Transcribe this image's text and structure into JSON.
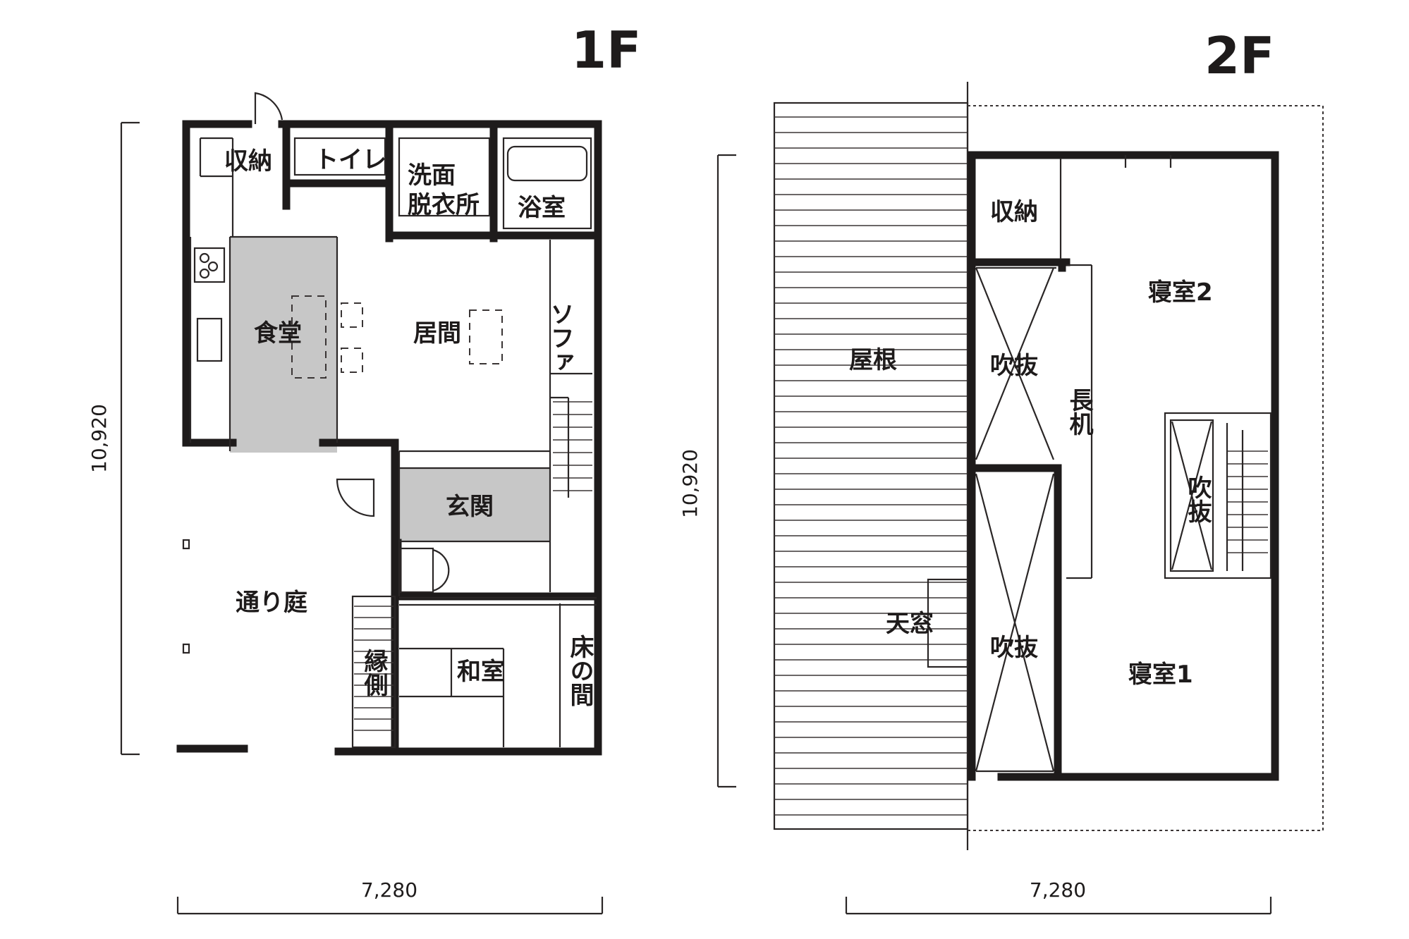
{
  "plans": [
    {
      "floor_label": "1F",
      "rooms": [
        "収納",
        "トイレ",
        "洗面",
        "脱衣所",
        "浴室",
        "食堂",
        "居間",
        "ソファ",
        "玄関",
        "通り庭",
        "縁側",
        "和室",
        "床の間"
      ],
      "dimensions": {
        "height": "10,920",
        "width": "7,280"
      }
    },
    {
      "floor_label": "2F",
      "rooms": [
        "収納",
        "寝室2",
        "屋根",
        "吹抜",
        "長机",
        "吹抜",
        "吹抜",
        "天窓",
        "寝室1"
      ],
      "dimensions": {
        "height": "10,920",
        "width": "7,280"
      }
    }
  ],
  "colors": {
    "ink": "#1e1b1b",
    "shade": "#c7c7c7",
    "paper": "#ffffff"
  }
}
